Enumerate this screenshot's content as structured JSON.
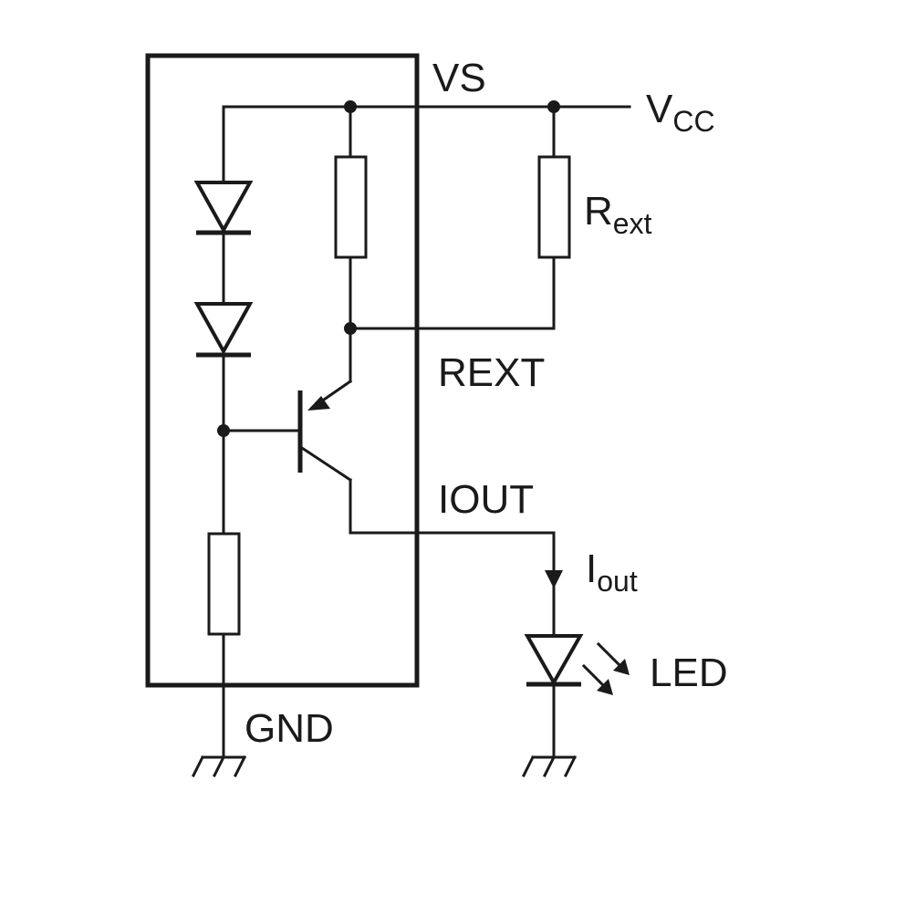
{
  "labels": {
    "vs": "VS",
    "vcc_main": "V",
    "vcc_sub": "CC",
    "rext_main": "R",
    "rext_sub": "ext",
    "rext_pin": "REXT",
    "iout_pin": "IOUT",
    "iout_main": "I",
    "iout_sub": "out",
    "led": "LED",
    "gnd": "GND"
  },
  "colors": {
    "line": "#1a1a1a",
    "background": "#ffffff"
  }
}
